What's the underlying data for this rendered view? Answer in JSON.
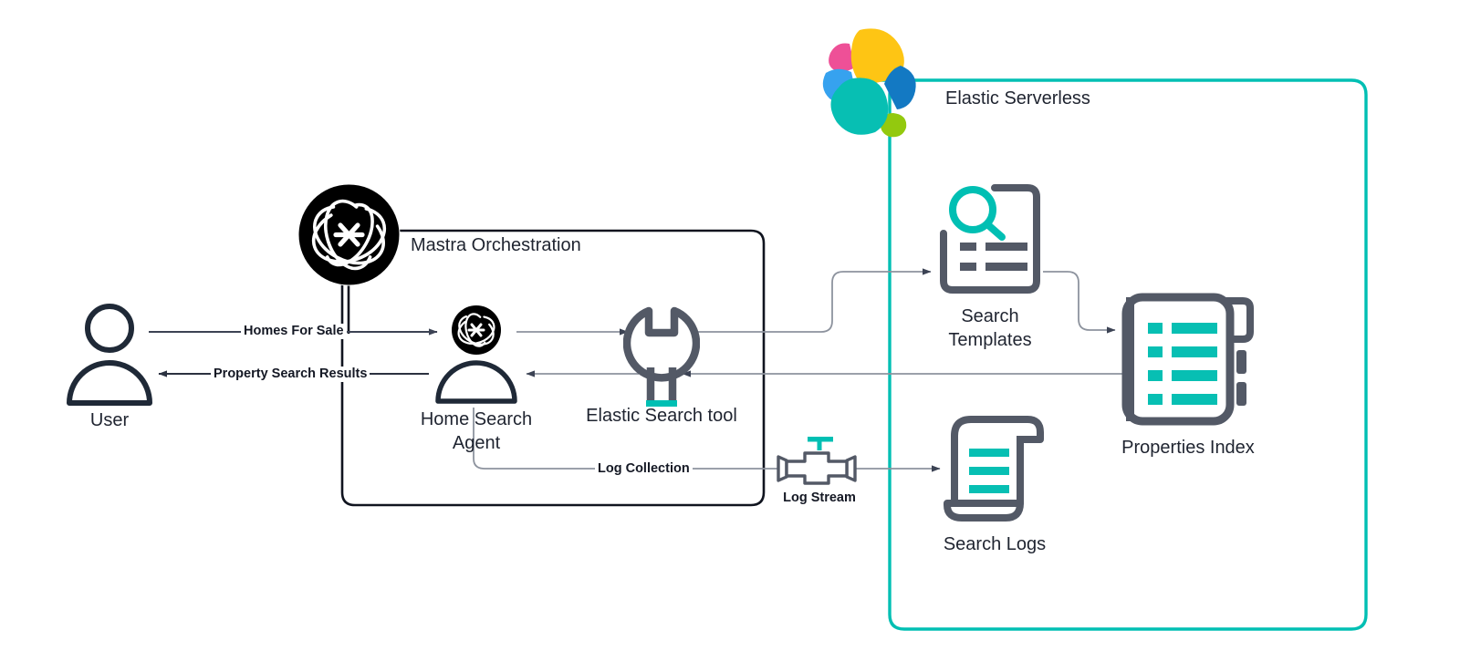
{
  "diagram": {
    "title": "Elastic Serverless home search agent architecture",
    "colors": {
      "teal": "#00bfb3",
      "slate": "#535966",
      "dark_navy": "#1f2937",
      "line_gray": "#8d939e",
      "black": "#000000",
      "elastic_yellow": "#fec514",
      "elastic_pink": "#ee5097",
      "elastic_lightblue": "#36a2ef",
      "elastic_blue": "#1379c3",
      "elastic_green": "#93c90e",
      "elastic_teal": "#07bfb3"
    }
  },
  "groups": {
    "mastra": {
      "label": "Mastra Orchestration"
    },
    "elastic": {
      "label": "Elastic Serverless"
    }
  },
  "nodes": {
    "user": {
      "label": "User",
      "icon": "user-icon"
    },
    "agent": {
      "label": "Home Search\nAgent",
      "icon": "agent-mastra-icon"
    },
    "tool": {
      "label": "Elastic Search tool",
      "icon": "wrench-icon"
    },
    "templates": {
      "label": "Search\nTemplates",
      "icon": "search-document-icon"
    },
    "index": {
      "label": "Properties Index",
      "icon": "index-notebook-icon"
    },
    "logs": {
      "label": "Search Logs",
      "icon": "scroll-icon"
    },
    "log_stream": {
      "label": "Log Stream",
      "icon": "pipe-valve-icon"
    },
    "mastra_logo": {
      "icon": "mastra-logo-icon"
    },
    "elastic_logo": {
      "icon": "elastic-cluster-logo-icon"
    }
  },
  "edges": [
    {
      "id": "user-to-agent",
      "label": "Homes For Sale"
    },
    {
      "id": "agent-to-user",
      "label": "Property Search Results"
    },
    {
      "id": "agent-to-log-stream",
      "label": "Log Collection"
    }
  ]
}
